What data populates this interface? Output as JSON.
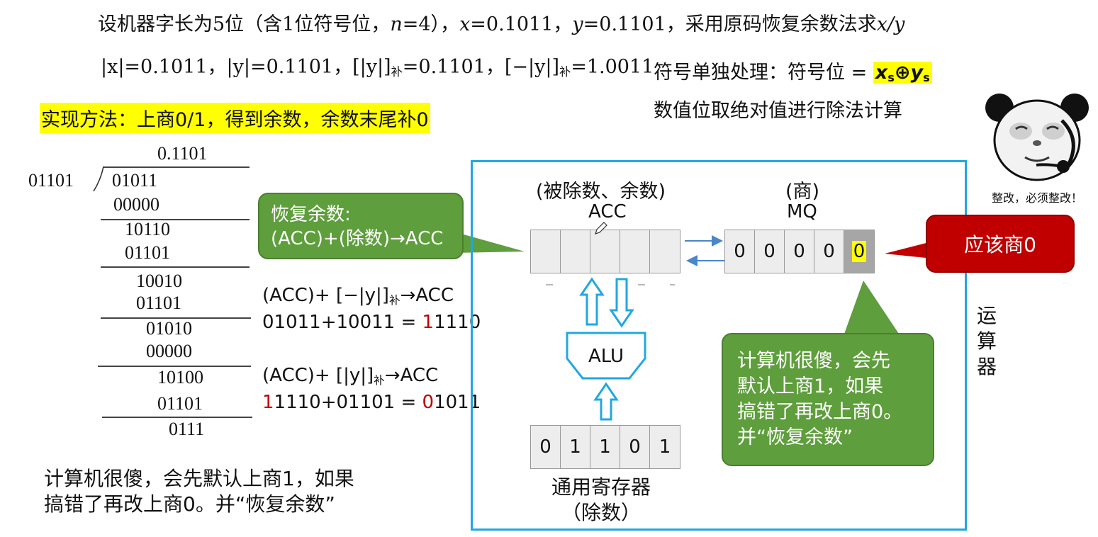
{
  "header": {
    "problem_prefix": "设机器字长为5位（含1位符号位，",
    "problem_n": "n",
    "problem_n_val": "=4），",
    "problem_x": "x",
    "problem_x_val": "=0.1011，",
    "problem_y": "y",
    "problem_y_val": "=0.1101，采用原码恢复余数法求",
    "problem_target": "x/y",
    "abs_x": "|x|=0.1011，",
    "abs_y": "|y|=0.1101，",
    "pos_y_comp": "[|y|]",
    "pos_y_comp_sub": "补",
    "pos_y_comp_val": "=0.1101，",
    "neg_y_comp": "[−|y|]",
    "neg_y_comp_sub": "补",
    "neg_y_comp_val": "=1.0011"
  },
  "method_note": "实现方法：上商0/1，得到余数，余数末尾补0",
  "sign_note": {
    "line1_prefix": "符号单独处理：符号位 = ",
    "xor_x": "x",
    "xor_x_sub": "s",
    "xor_op": "⊕",
    "xor_y": "y",
    "xor_y_sub": "s",
    "line2": "数值位取绝对值进行除法计算"
  },
  "meme": {
    "caption": "整改，必须整改！"
  },
  "division": {
    "quotient": "0.1101",
    "divisor": "01101",
    "lines": [
      "01011",
      "00000",
      "10110",
      "01101",
      "10010",
      "01101",
      "01010",
      "00000",
      "10100",
      "01101",
      "0111"
    ]
  },
  "steps": {
    "step1_expr": "(ACC)+ [−|y|]",
    "step1_sub": "补",
    "step1_arrow": "→ACC",
    "step1_calc": "01011+10011 = ",
    "step1_red": "1",
    "step1_rest": "1110",
    "step2_expr": "(ACC)+ [|y|]",
    "step2_sub": "补",
    "step2_arrow": "→ACC",
    "step2_red1": "1",
    "step2_calc": "1110+01101 = ",
    "step2_red2": "0",
    "step2_rest": "1011"
  },
  "callouts": {
    "restore_line1": "恢复余数:",
    "restore_line2": "(ACC)+(除数)→ACC",
    "quotient_zero": "应该商0",
    "explain": [
      "计算机很傻，会先",
      "默认上商1，如果",
      "搞错了再改上商0。",
      "并“恢复余数”"
    ]
  },
  "bottom_note": [
    "计算机很傻，会先默认上商1，如果",
    "搞错了再改上商0。并“恢复余数”"
  ],
  "unit": {
    "acc_desc": "(被除数、余数)",
    "acc_label": "ACC",
    "mq_desc": "(商)",
    "mq_label": "MQ",
    "mq_cells": [
      "0",
      "0",
      "0",
      "0",
      "0"
    ],
    "alu_label": "ALU",
    "reg_cells": [
      "0",
      "1",
      "1",
      "0",
      "1"
    ],
    "reg_label": "通用寄存器",
    "reg_sub": "（除数）",
    "side_label": [
      "运",
      "算",
      "器"
    ]
  },
  "colors": {
    "highlight": "#ffff00",
    "green": "#5e9e3c",
    "dark_red": "#c00000",
    "frame_blue": "#22a7e0"
  }
}
